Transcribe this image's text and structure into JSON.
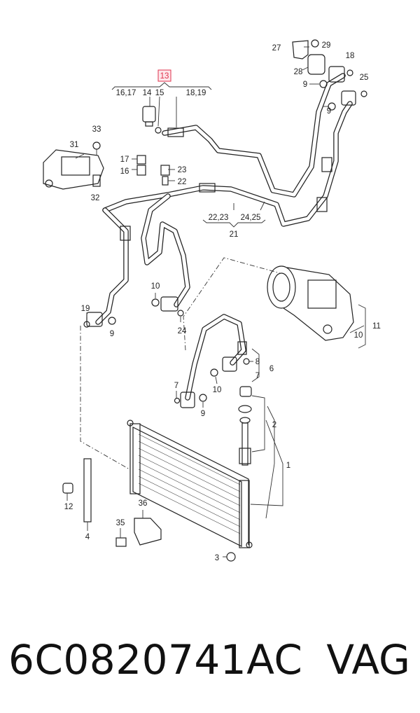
{
  "diagram": {
    "highlight_callout": "13",
    "labels": {
      "c1": "1",
      "c2": "2",
      "c3": "3",
      "c4": "4",
      "c6": "6",
      "c7a": "7",
      "c7b": "7",
      "c8": "8",
      "c9a": "9",
      "c9b": "9",
      "c9c": "9",
      "c9d": "9",
      "c10a": "10",
      "c10b": "10",
      "c10c": "10",
      "c11": "11",
      "c12": "12",
      "c14": "14",
      "c15": "15",
      "c16_17": "16,17",
      "c16": "16",
      "c17": "17",
      "c18": "18",
      "c18_19": "18,19",
      "c19": "19",
      "c21": "21",
      "c22": "22",
      "c22_23": "22,23",
      "c23": "23",
      "c24": "24",
      "c24_25": "24,25",
      "c25": "25",
      "c27": "27",
      "c28": "28",
      "c29": "29",
      "c31": "31",
      "c32": "32",
      "c33": "33",
      "c35": "35",
      "c36": "36"
    },
    "colors": {
      "highlight": "#e0334d",
      "highlight_fill": "#fde6ea",
      "line": "#222222"
    }
  },
  "footer": {
    "part_number": "6C0820741AC",
    "brand": "VAG"
  }
}
